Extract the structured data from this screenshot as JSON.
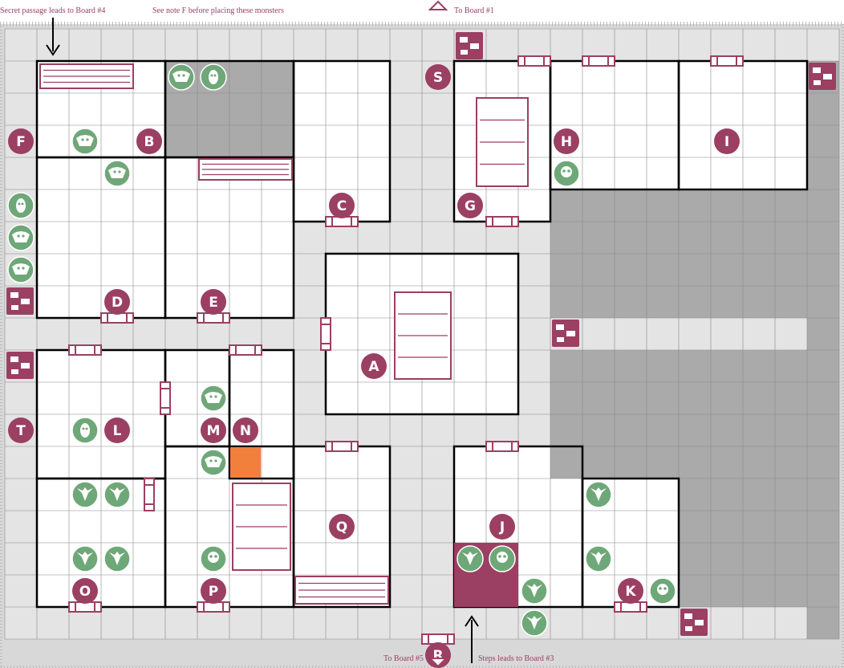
{
  "notes": {
    "secret_passage": "Secret passage leads to Board #4",
    "note_f": "See note F before placing these monsters",
    "to_board_1": "To Board #1",
    "to_board_5": "To Board #5",
    "steps": "Steps leads to Board #3"
  },
  "colors": {
    "accent": "#9b3f63",
    "monster": "#6fa878",
    "corridor": "#e4e4e4",
    "blocked": "#aaaaaa",
    "wall": "#000000",
    "highlight": "#f0803c"
  },
  "room_labels": [
    {
      "text": "A",
      "col": 10.5,
      "row": 9.5
    },
    {
      "text": "B",
      "col": 3.5,
      "row": 2.5
    },
    {
      "text": "C",
      "col": 9.5,
      "row": 4.5
    },
    {
      "text": "D",
      "col": 2.5,
      "row": 7.5
    },
    {
      "text": "E",
      "col": 5.5,
      "row": 7.5
    },
    {
      "text": "F",
      "col": -0.5,
      "row": 2.5
    },
    {
      "text": "G",
      "col": 13.5,
      "row": 4.5
    },
    {
      "text": "H",
      "col": 16.5,
      "row": 2.5
    },
    {
      "text": "I",
      "col": 21.5,
      "row": 2.5
    },
    {
      "text": "J",
      "col": 14.5,
      "row": 14.5
    },
    {
      "text": "K",
      "col": 18.5,
      "row": 16.5
    },
    {
      "text": "L",
      "col": 2.5,
      "row": 11.5
    },
    {
      "text": "M",
      "col": 5.5,
      "row": 11.5
    },
    {
      "text": "N",
      "col": 6.5,
      "row": 11.5
    },
    {
      "text": "O",
      "col": 1.5,
      "row": 16.5
    },
    {
      "text": "P",
      "col": 5.5,
      "row": 16.5
    },
    {
      "text": "Q",
      "col": 9.5,
      "row": 14.5
    },
    {
      "text": "R",
      "col": 12.5,
      "row": 18.5
    },
    {
      "text": "S",
      "col": 12.5,
      "row": 0.5
    },
    {
      "text": "T",
      "col": -0.5,
      "row": 11.5
    }
  ],
  "monsters": [
    {
      "kind": "orc",
      "col": 4.5,
      "row": 0.5
    },
    {
      "kind": "goblin",
      "col": 5.5,
      "row": 0.5
    },
    {
      "kind": "orc",
      "col": 1.5,
      "row": 2.5
    },
    {
      "kind": "orc",
      "col": 2.5,
      "row": 3.5
    },
    {
      "kind": "goblin",
      "col": -0.5,
      "row": 4.5
    },
    {
      "kind": "orc",
      "col": -0.5,
      "row": 5.5
    },
    {
      "kind": "orc",
      "col": -0.5,
      "row": 6.5
    },
    {
      "kind": "skull",
      "col": 16.5,
      "row": 3.5
    },
    {
      "kind": "goblin",
      "col": 1.5,
      "row": 11.5
    },
    {
      "kind": "orc",
      "col": 5.5,
      "row": 10.5
    },
    {
      "kind": "orc",
      "col": 5.5,
      "row": 12.5
    },
    {
      "kind": "beast",
      "col": 1.5,
      "row": 13.5
    },
    {
      "kind": "beast",
      "col": 2.5,
      "row": 13.5
    },
    {
      "kind": "beast",
      "col": 1.5,
      "row": 15.5
    },
    {
      "kind": "beast",
      "col": 2.5,
      "row": 15.5
    },
    {
      "kind": "skull",
      "col": 5.5,
      "row": 15.5
    },
    {
      "kind": "beast",
      "col": 17.5,
      "row": 13.5
    },
    {
      "kind": "beast",
      "col": 13.5,
      "row": 15.5
    },
    {
      "kind": "skull",
      "col": 14.5,
      "row": 15.5
    },
    {
      "kind": "beast",
      "col": 15.5,
      "row": 16.5
    },
    {
      "kind": "beast",
      "col": 15.5,
      "row": 17.5
    },
    {
      "kind": "beast",
      "col": 17.5,
      "row": 15.5
    },
    {
      "kind": "skull",
      "col": 19.5,
      "row": 16.5
    }
  ]
}
